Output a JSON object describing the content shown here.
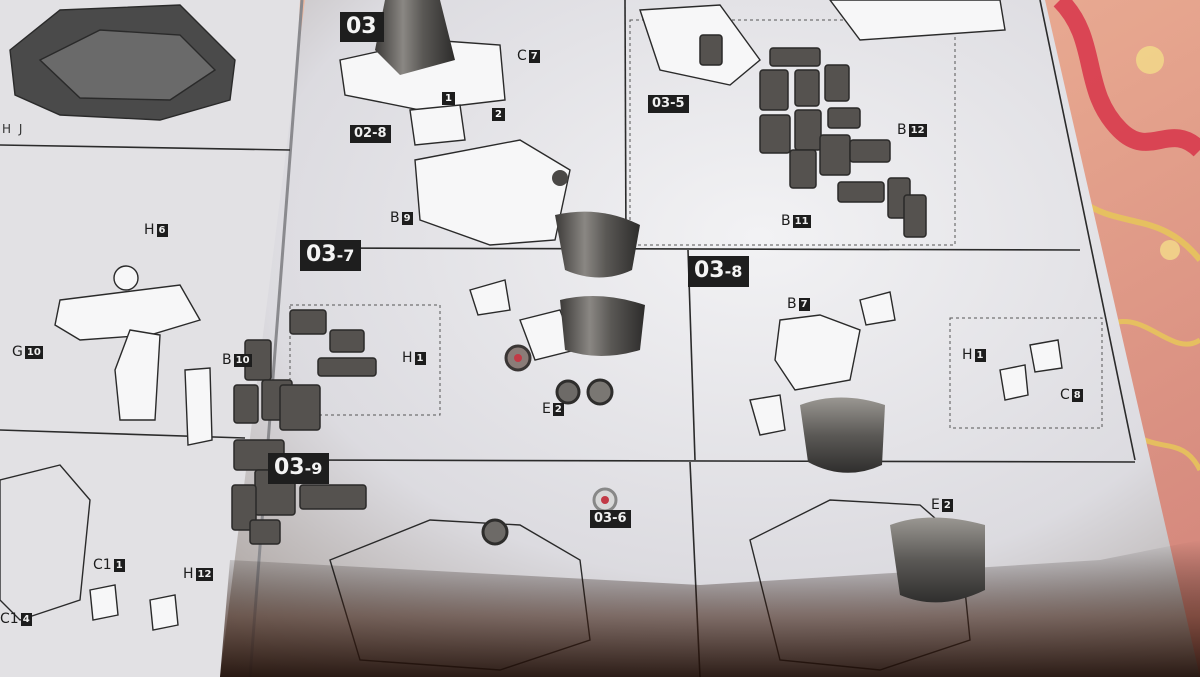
{
  "scene": {
    "step_labels": [
      {
        "id": "03-7",
        "main": "03",
        "sub": "-7"
      },
      {
        "id": "03-8",
        "main": "03",
        "sub": "-8"
      },
      {
        "id": "03-9",
        "main": "03",
        "sub": "-9"
      },
      {
        "id": "03-top",
        "main": "03",
        "sub": ""
      }
    ],
    "ref_labels": [
      "02-8",
      "03-5",
      "03-6"
    ],
    "part_labels": {
      "c7": {
        "letter": "C",
        "num": "7"
      },
      "b9": {
        "letter": "B",
        "num": "9"
      },
      "b12": {
        "letter": "B",
        "num": "12"
      },
      "b11": {
        "letter": "B",
        "num": "11"
      },
      "h6": {
        "letter": "H",
        "num": "6"
      },
      "g10": {
        "letter": "G",
        "num": "10"
      },
      "b10": {
        "letter": "B",
        "num": "10"
      },
      "h1_left": {
        "letter": "H",
        "num": "1"
      },
      "e_left": {
        "letter": "E",
        "num": "2"
      },
      "b7": {
        "letter": "B",
        "num": "7"
      },
      "h1_right": {
        "letter": "H",
        "num": "1"
      },
      "c8": {
        "letter": "C",
        "num": "8"
      },
      "e2": {
        "letter": "E",
        "num": "2"
      },
      "c1_a": {
        "letter": "C1",
        "num": "1"
      },
      "c1_b": {
        "letter": "C1",
        "num": "4"
      },
      "h12": {
        "letter": "H",
        "num": "12"
      }
    },
    "badges": [
      "1",
      "2"
    ],
    "corner_text": "H J",
    "colors": {
      "paper": "#e9e9eb",
      "line": "#2a2a2a",
      "metal": "#5d5a57",
      "fabric_pink": "#e9b3a0",
      "fabric_red": "#d8354a",
      "fabric_yellow": "#e8c75a",
      "shadow": "#3a1f17"
    }
  }
}
